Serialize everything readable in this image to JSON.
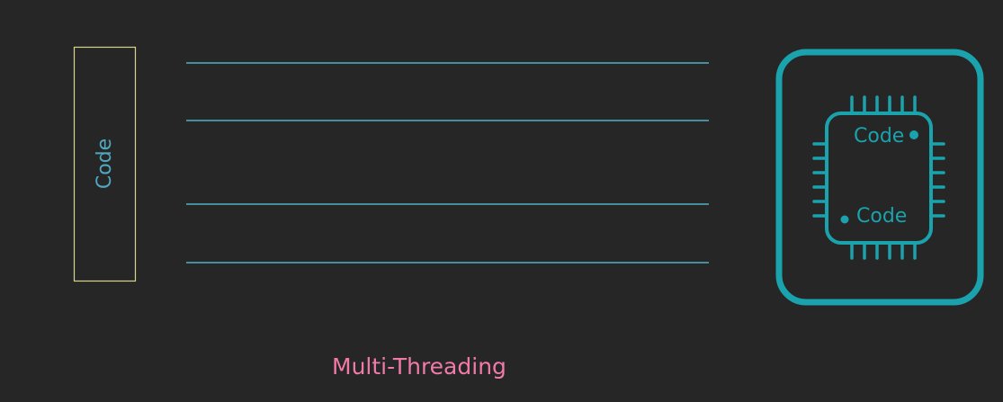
{
  "code_box": {
    "label": "Code"
  },
  "threads": {
    "count": 4
  },
  "chip": {
    "labels": [
      "Code",
      "Code"
    ],
    "icon": "cpu-chip-icon"
  },
  "caption": {
    "text": "Multi-Threading"
  },
  "colors": {
    "background": "#262626",
    "code_box_border": "#d8d48c",
    "code_text": "#4fa8c0",
    "thread_line": "#4fb0c8",
    "chip": "#1aa3ad",
    "caption": "#f07aa8"
  }
}
